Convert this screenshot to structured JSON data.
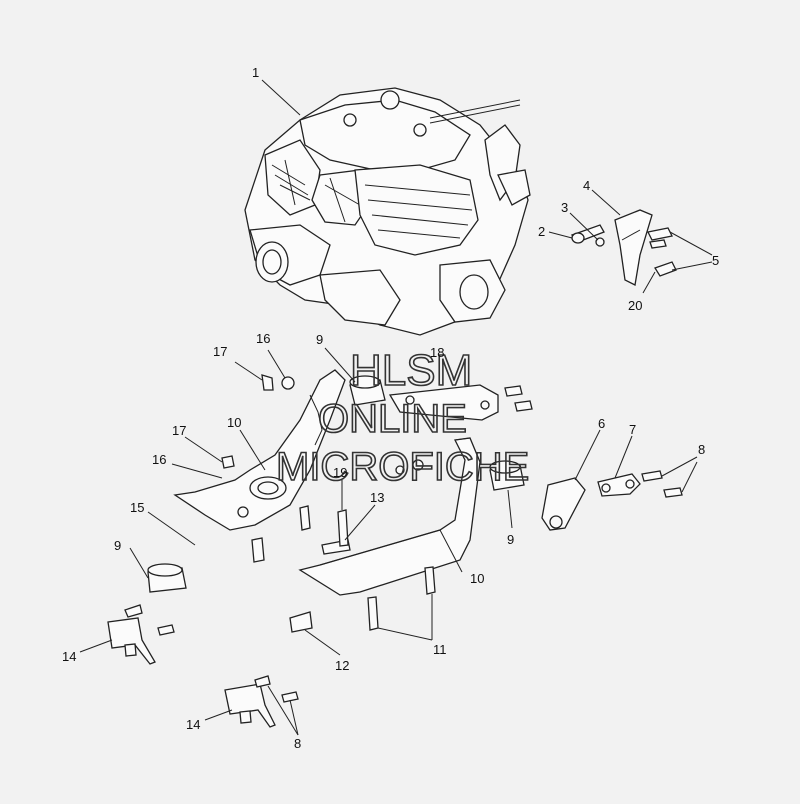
{
  "callouts": [
    {
      "id": "1",
      "label": "1"
    },
    {
      "id": "2",
      "label": "2"
    },
    {
      "id": "3",
      "label": "3"
    },
    {
      "id": "4",
      "label": "4"
    },
    {
      "id": "5",
      "label": "5"
    },
    {
      "id": "20",
      "label": "20"
    },
    {
      "id": "17a",
      "label": "17"
    },
    {
      "id": "16a",
      "label": "16"
    },
    {
      "id": "9a",
      "label": "9"
    },
    {
      "id": "18",
      "label": "18"
    },
    {
      "id": "10a",
      "label": "10"
    },
    {
      "id": "17b",
      "label": "17"
    },
    {
      "id": "16b",
      "label": "16"
    },
    {
      "id": "19",
      "label": "19"
    },
    {
      "id": "13",
      "label": "13"
    },
    {
      "id": "6",
      "label": "6"
    },
    {
      "id": "7",
      "label": "7"
    },
    {
      "id": "8a",
      "label": "8"
    },
    {
      "id": "9b",
      "label": "9"
    },
    {
      "id": "15",
      "label": "15"
    },
    {
      "id": "9c",
      "label": "9"
    },
    {
      "id": "10b",
      "label": "10"
    },
    {
      "id": "11",
      "label": "11"
    },
    {
      "id": "12",
      "label": "12"
    },
    {
      "id": "14a",
      "label": "14"
    },
    {
      "id": "14b",
      "label": "14"
    },
    {
      "id": "8b",
      "label": "8"
    }
  ],
  "watermark": {
    "line1": "HLSM",
    "line2": "ONLINE",
    "line3": "MICROFICHE"
  }
}
